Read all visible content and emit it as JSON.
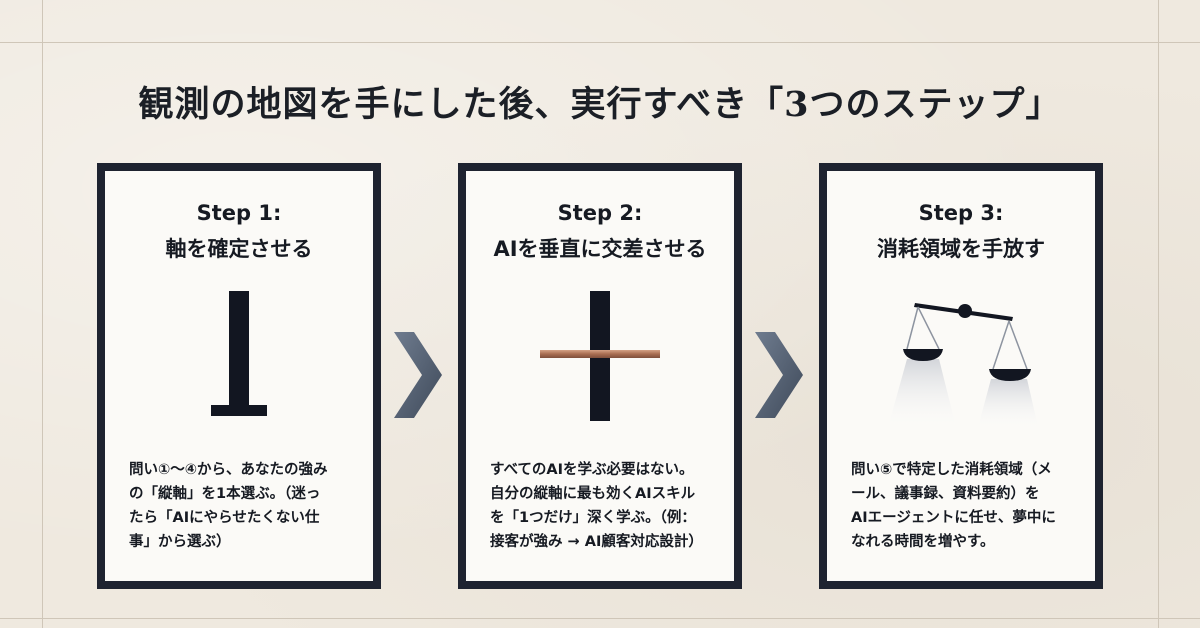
{
  "title": "観測の地図を手にした後、実行すべき「3つのステップ」",
  "steps": [
    {
      "number": "Step 1:",
      "title": "軸を確定させる",
      "description": "問い①〜④から、あなたの強み\nの「縦軸」を1本選ぶ。（迷っ\nたら「AIにやらせたくない仕\n事」から選ぶ）",
      "icon": "axis-icon"
    },
    {
      "number": "Step 2:",
      "title": "AIを垂直に交差させる",
      "description": "すべてのAIを学ぶ必要はない。\n自分の縦軸に最も効くAIスキル\nを「1つだけ」深く学ぶ。（例：\n接客が強み → AI顧客対応設計）",
      "icon": "cross-icon"
    },
    {
      "number": "Step 3:",
      "title": "消耗領域を手放す",
      "description": "問い⑤で特定した消耗領域（メ\nール、議事録、資料要約）を\nAIエージェントに任せ、夢中に\nなれる時間を増やす。",
      "icon": "scale-icon"
    }
  ],
  "arrows": [
    "chevron-right-icon",
    "chevron-right-icon"
  ],
  "colors": {
    "background": "#efe9df",
    "card_border": "#1e2330",
    "card_fill": "#fbfaf7",
    "text": "#161a22",
    "copper": "#b07a5e",
    "arrow": "#556274"
  }
}
